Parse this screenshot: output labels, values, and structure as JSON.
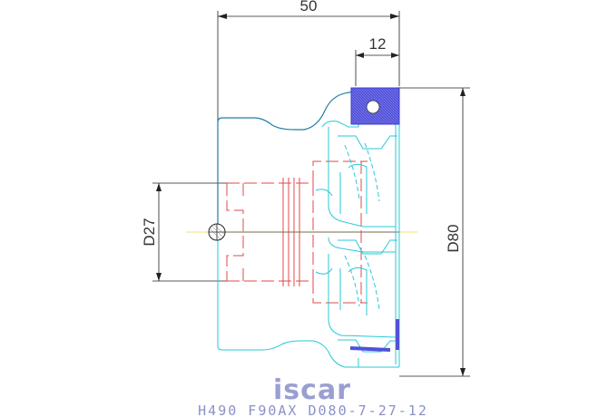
{
  "dimensions": {
    "overall_length": "50",
    "insert_length": "12",
    "bore_diameter": "D27",
    "cutting_diameter": "D80"
  },
  "brand": {
    "logo_text": "iscar"
  },
  "caption": "H490 F90AX D080-7-27-12",
  "colors": {
    "tool_body": "#27c9d9",
    "hidden_lines": "#e04848",
    "insert": "#3b3bd0",
    "outline": "#1f7fa8",
    "centerline": "#f5e06a",
    "logo": "#9a9fd2"
  }
}
